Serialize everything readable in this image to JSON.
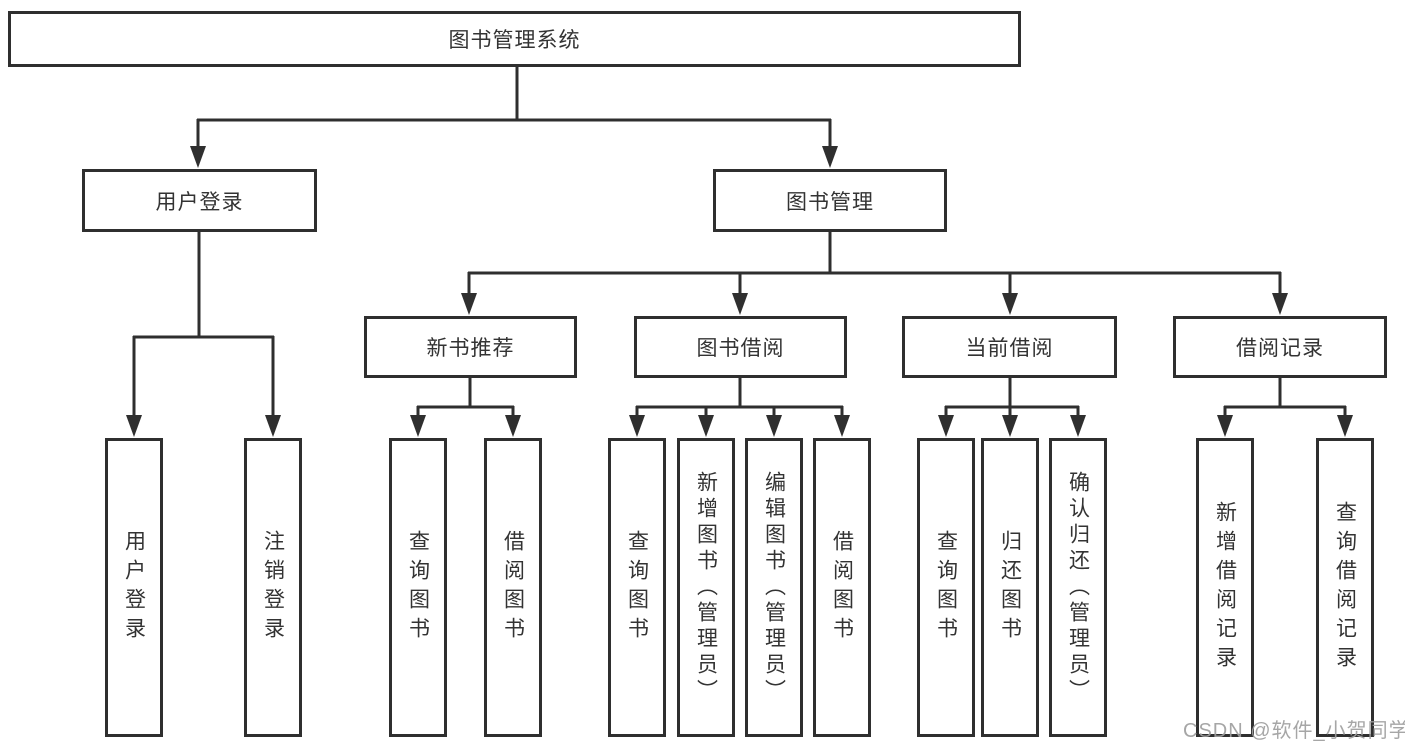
{
  "diagram": {
    "root": {
      "label": "图书管理系统"
    },
    "branches": [
      {
        "label": "用户登录",
        "children": [
          "用户登录",
          "注销登录"
        ]
      },
      {
        "label": "图书管理",
        "groups": [
          {
            "label": "新书推荐",
            "children": [
              "查询图书",
              "借阅图书"
            ]
          },
          {
            "label": "图书借阅",
            "children": [
              "查询图书",
              "新增图书（管理员）",
              "编辑图书（管理员）",
              "借阅图书"
            ]
          },
          {
            "label": "当前借阅",
            "children": [
              "查询图书",
              "归还图书",
              "确认归还（管理员）"
            ]
          },
          {
            "label": "借阅记录",
            "children": [
              "新增借阅记录",
              "查询借阅记录"
            ]
          }
        ]
      }
    ],
    "watermark": "CSDN @软件_小贺同学",
    "colors": {
      "line": "#2f2f2f",
      "text": "#333333",
      "background": "#ffffff",
      "watermark": "#9e9e9e"
    }
  }
}
